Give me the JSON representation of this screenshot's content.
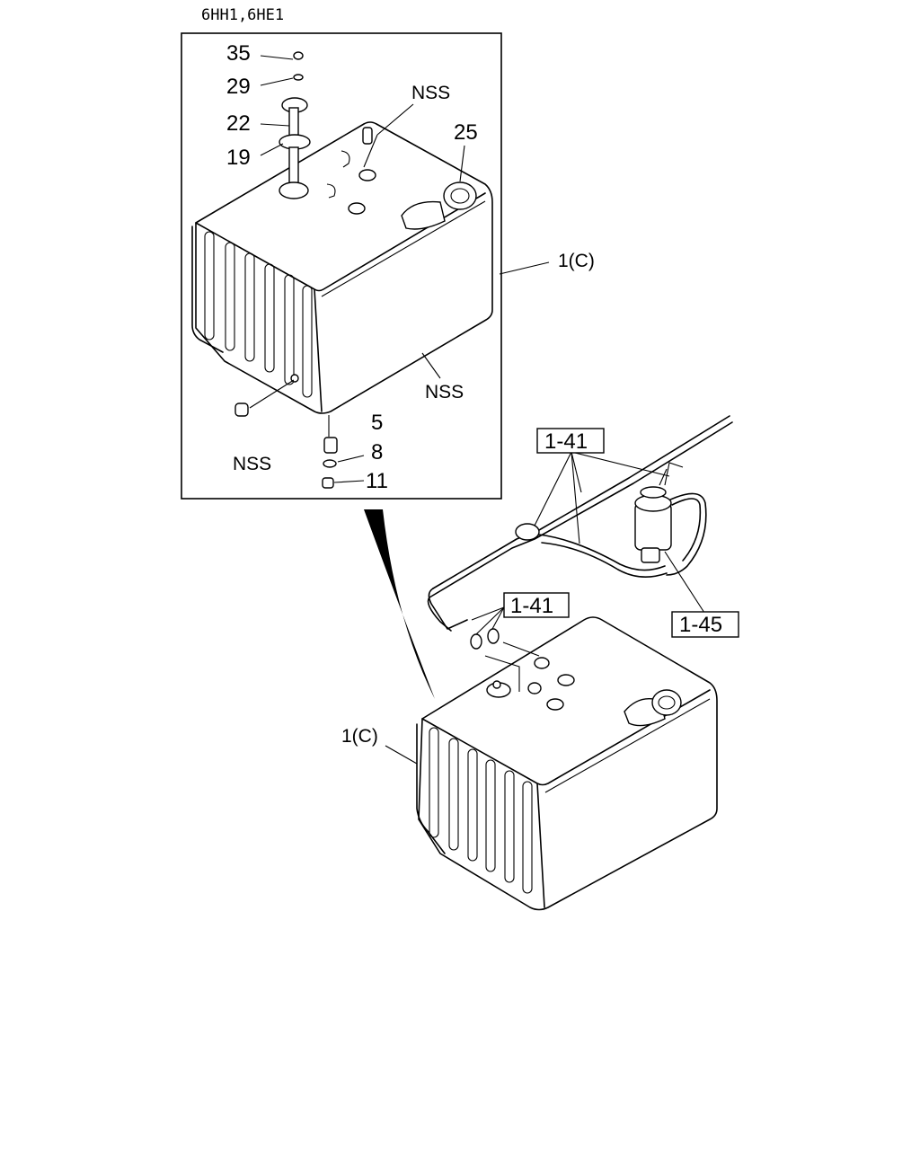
{
  "header": {
    "engine_models": "6HH1,6HE1"
  },
  "detail_labels": {
    "bolt": "35",
    "washer": "29",
    "gauge_unit": "22",
    "gasket": "19",
    "filler_cap": "25",
    "nss_top": "NSS",
    "tank": "1(C)",
    "nss_right": "NSS",
    "nss_left": "NSS",
    "drain_plug": "5",
    "drain_washer": "8",
    "drain_bolt": "11"
  },
  "main_labels": {
    "fuel_pipe_upper": "1-41",
    "fuel_pipe_lower": "1-41",
    "fuel_filter": "1-45",
    "tank": "1(C)"
  }
}
